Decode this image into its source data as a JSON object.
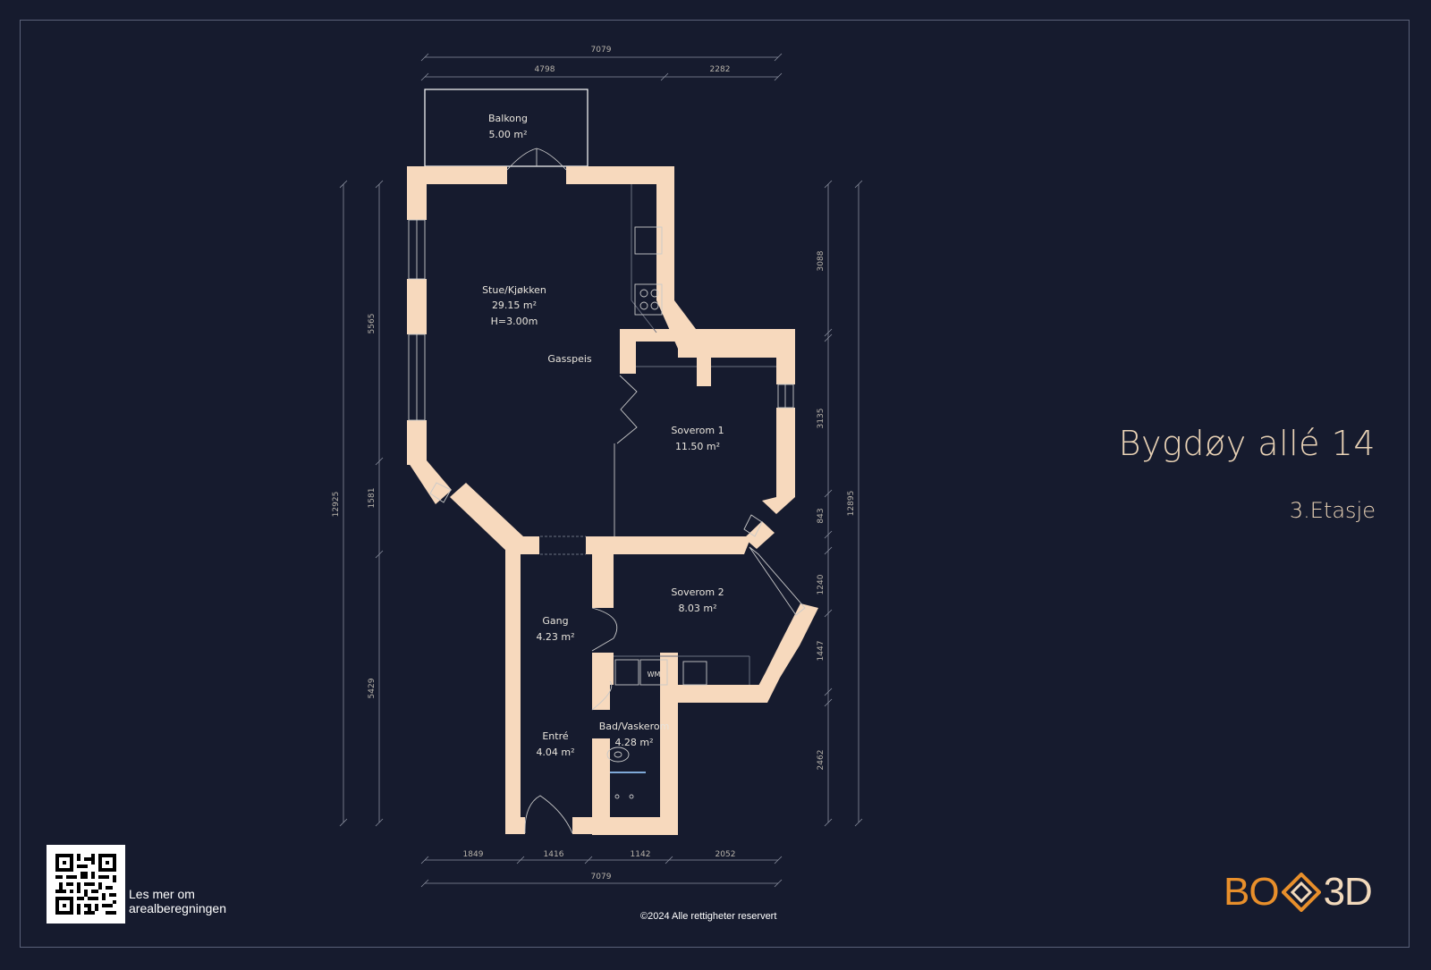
{
  "plan": {
    "rooms": {
      "balkong": {
        "name": "Balkong",
        "area": "5.00 m²"
      },
      "stue": {
        "name": "Stue/Kjøkken",
        "area": "29.15 m²",
        "height": "H=3.00m"
      },
      "gasspeis": "Gasspeis",
      "soverom1": {
        "name": "Soverom 1",
        "area": "11.50 m²"
      },
      "soverom2": {
        "name": "Soverom 2",
        "area": "8.03 m²"
      },
      "gang": {
        "name": "Gang",
        "area": "4.23 m²"
      },
      "entre": {
        "name": "Entré",
        "area": "4.04 m²"
      },
      "bad": {
        "name": "Bad/Vaskerom",
        "area": "4.28 m²"
      },
      "wm": "WM"
    },
    "dimensions": {
      "top_total": "7079",
      "top_left": "4798",
      "top_right": "2282",
      "bottom_1": "1849",
      "bottom_2": "1416",
      "bottom_3": "1142",
      "bottom_4": "2052",
      "bottom_total": "7079",
      "left_total": "12925",
      "left_1": "5565",
      "left_2": "1581",
      "left_3": "5429",
      "right_total": "12895",
      "right_1": "3088",
      "right_2": "3135",
      "right_3": "843",
      "right_4": "1240",
      "right_5": "1447",
      "right_6": "2462"
    }
  },
  "header": {
    "address": "Bygdøy allé 14",
    "floor": "3.Etasje"
  },
  "footer": {
    "qr_text_line1": "Les mer om",
    "qr_text_line2": "arealberegningen",
    "copyright": "©2024 Alle rettigheter reservert"
  },
  "logo": {
    "part1": "BO",
    "part2": "3D"
  },
  "colors": {
    "background": "#161b2e",
    "wall": "#f7d9bd",
    "title": "#ead3b6",
    "logo_orange": "#e88f2b"
  }
}
